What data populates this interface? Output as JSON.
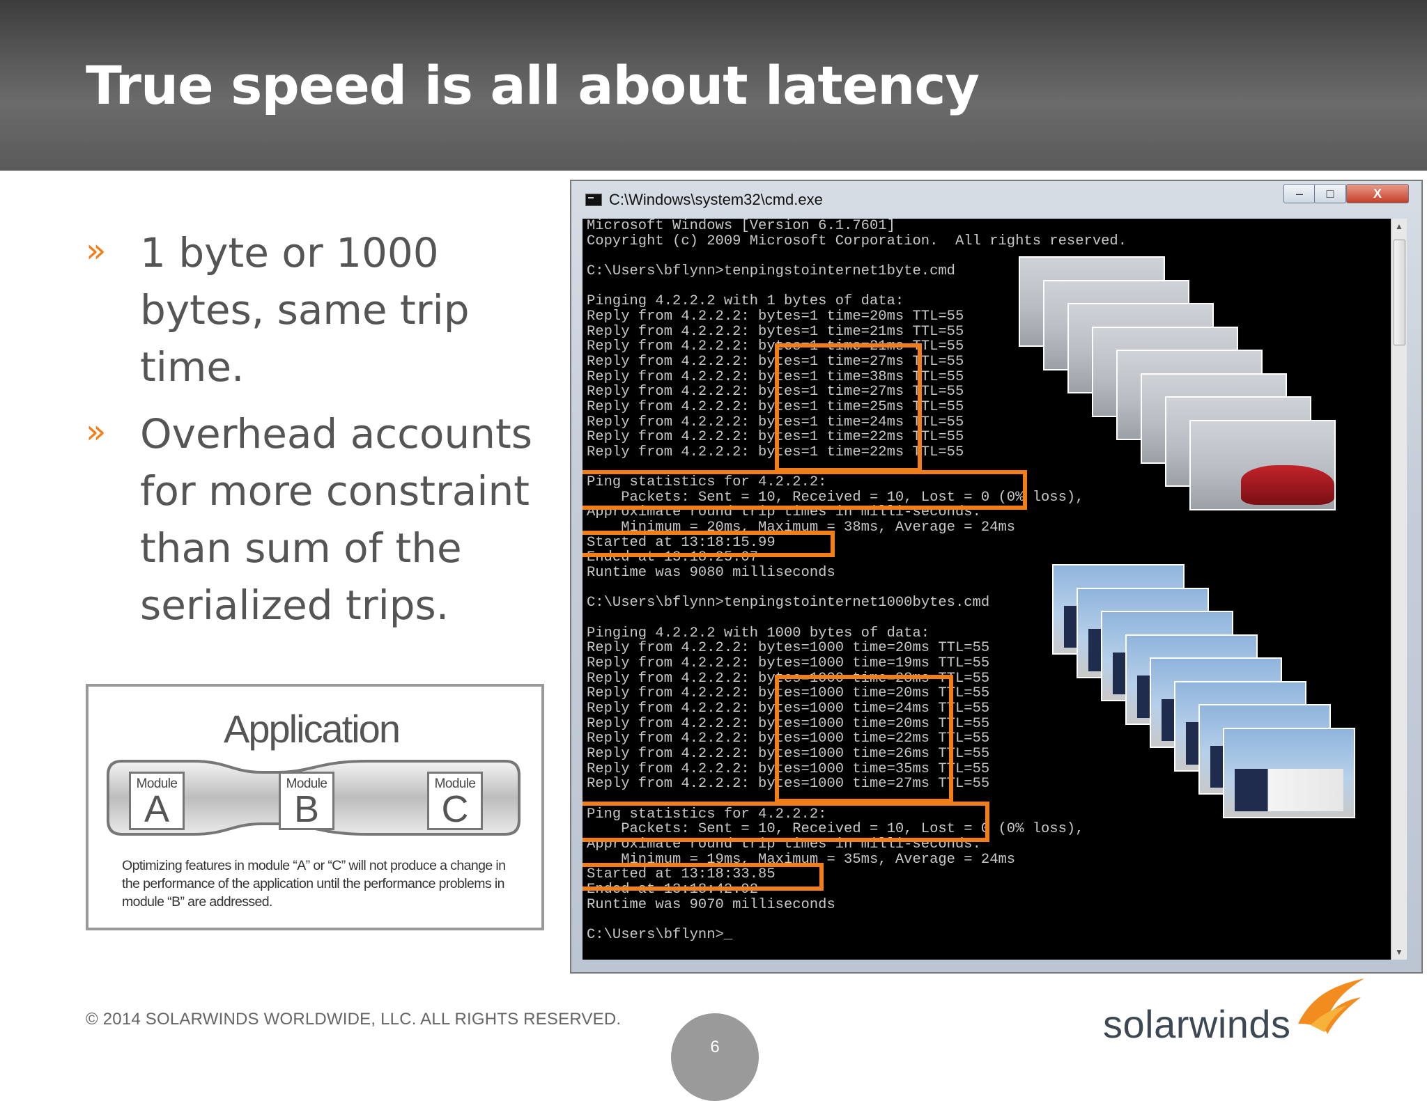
{
  "slide": {
    "title": "True speed is all about latency",
    "bullets": [
      "1 byte or 1000 bytes, same trip time.",
      "Overhead accounts for more constraint than sum of the serialized trips."
    ],
    "bullet_marker": "»",
    "diagram": {
      "title": "Application",
      "modules": [
        {
          "label": "Module",
          "letter": "A"
        },
        {
          "label": "Module",
          "letter": "B"
        },
        {
          "label": "Module",
          "letter": "C"
        }
      ],
      "caption": "Optimizing features in module “A” or “C” will not produce a change in the performance of the application until the performance problems in module “B” are addressed."
    },
    "footer": {
      "copyright": "© 2014 SOLARWINDS WORLDWIDE, LLC.  ALL RIGHTS RESERVED.",
      "page_number": "6",
      "logo_text": "solarwinds"
    },
    "accent_color": "#f07f1a"
  },
  "cmd_window": {
    "title": "C:\\Windows\\system32\\cmd.exe",
    "buttons": {
      "minimize": "–",
      "maximize": "□",
      "close": "X"
    },
    "lines": [
      "Microsoft Windows [Version 6.1.7601]",
      "Copyright (c) 2009 Microsoft Corporation.  All rights reserved.",
      "",
      "C:\\Users\\bflynn>tenpingstointernet1byte.cmd",
      "",
      "Pinging 4.2.2.2 with 1 bytes of data:",
      "Reply from 4.2.2.2: bytes=1 time=20ms TTL=55",
      "Reply from 4.2.2.2: bytes=1 time=21ms TTL=55",
      "Reply from 4.2.2.2: bytes=1 time=21ms TTL=55",
      "Reply from 4.2.2.2: bytes=1 time=27ms TTL=55",
      "Reply from 4.2.2.2: bytes=1 time=38ms TTL=55",
      "Reply from 4.2.2.2: bytes=1 time=27ms TTL=55",
      "Reply from 4.2.2.2: bytes=1 time=25ms TTL=55",
      "Reply from 4.2.2.2: bytes=1 time=24ms TTL=55",
      "Reply from 4.2.2.2: bytes=1 time=22ms TTL=55",
      "Reply from 4.2.2.2: bytes=1 time=22ms TTL=55",
      "",
      "Ping statistics for 4.2.2.2:",
      "    Packets: Sent = 10, Received = 10, Lost = 0 (0% loss),",
      "Approximate round trip times in milli-seconds:",
      "    Minimum = 20ms, Maximum = 38ms, Average = 24ms",
      "Started at 13:18:15.99",
      "Ended at 13:18:25.07",
      "Runtime was 9080 milliseconds",
      "",
      "C:\\Users\\bflynn>tenpingstointernet1000bytes.cmd",
      "",
      "Pinging 4.2.2.2 with 1000 bytes of data:",
      "Reply from 4.2.2.2: bytes=1000 time=20ms TTL=55",
      "Reply from 4.2.2.2: bytes=1000 time=19ms TTL=55",
      "Reply from 4.2.2.2: bytes=1000 time=28ms TTL=55",
      "Reply from 4.2.2.2: bytes=1000 time=20ms TTL=55",
      "Reply from 4.2.2.2: bytes=1000 time=24ms TTL=55",
      "Reply from 4.2.2.2: bytes=1000 time=20ms TTL=55",
      "Reply from 4.2.2.2: bytes=1000 time=22ms TTL=55",
      "Reply from 4.2.2.2: bytes=1000 time=26ms TTL=55",
      "Reply from 4.2.2.2: bytes=1000 time=35ms TTL=55",
      "Reply from 4.2.2.2: bytes=1000 time=27ms TTL=55",
      "",
      "Ping statistics for 4.2.2.2:",
      "    Packets: Sent = 10, Received = 10, Lost = 0 (0% loss),",
      "Approximate round trip times in milli-seconds:",
      "    Minimum = 19ms, Maximum = 35ms, Average = 24ms",
      "Started at 13:18:33.85",
      "Ended at 13:18:42.92",
      "Runtime was 9070 milliseconds",
      "",
      "C:\\Users\\bflynn>_"
    ]
  }
}
